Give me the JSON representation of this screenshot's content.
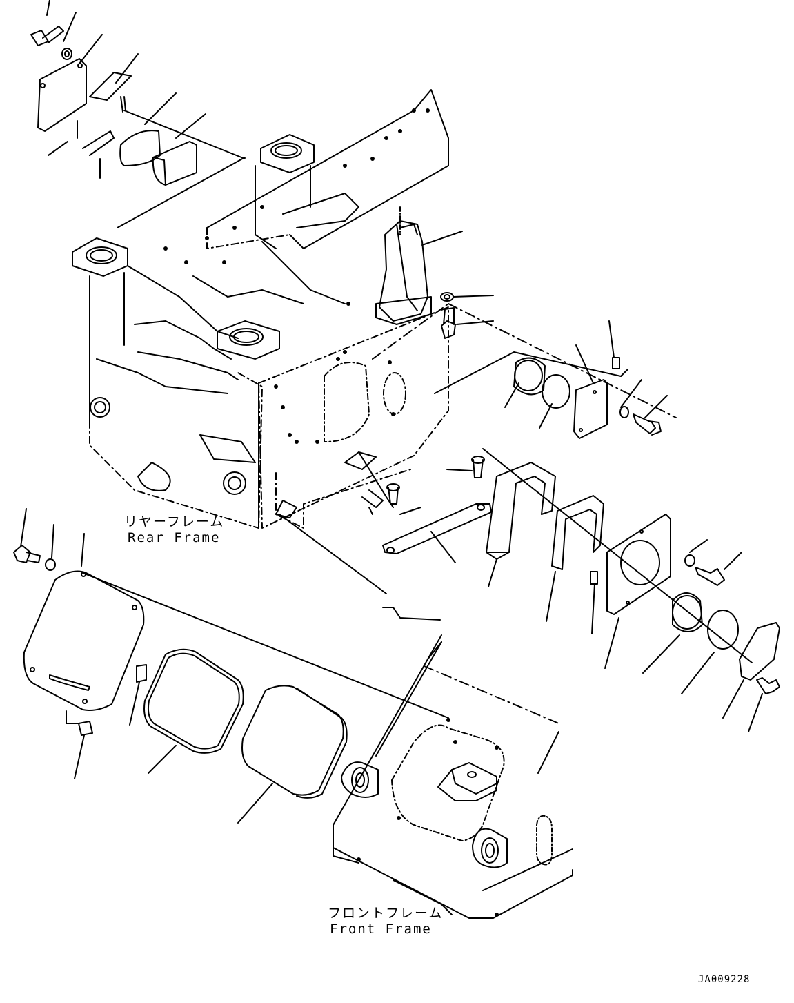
{
  "labels": {
    "rear_frame_jp": "リヤーフレーム",
    "rear_frame_en": "Rear Frame",
    "front_frame_jp": "フロントフレーム",
    "front_frame_en": "Front Frame",
    "drawing_code": "JA009228"
  },
  "colors": {
    "line": "#000000",
    "background": "#ffffff",
    "part_fill": "#ffffff"
  }
}
